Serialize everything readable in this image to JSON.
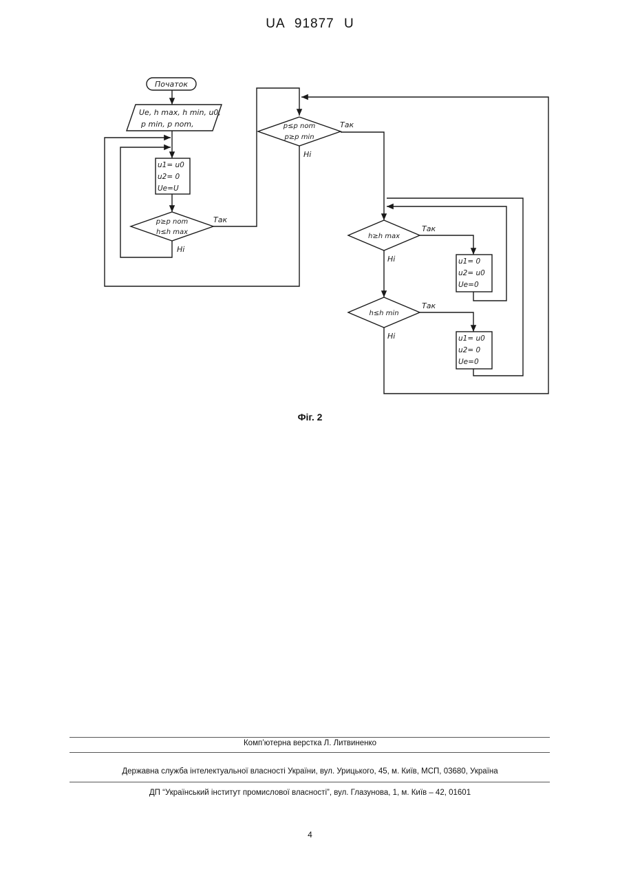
{
  "header": {
    "doc_number": "UA 91877 U"
  },
  "flowchart": {
    "start": "Початок",
    "input": {
      "line1": "Ue, h max, h min, u0,",
      "line2": "p min, p nom,"
    },
    "init_block": {
      "l1": "u1= u0",
      "l2": "u2= 0",
      "l3": "Ue=U"
    },
    "cond1": {
      "l1": "p≥p nom",
      "l2": "h≤h max"
    },
    "cond2": {
      "l1": "p≤p nom",
      "l2": "p≥p min"
    },
    "cond3": "h≥h max",
    "block2": {
      "l1": "u1= 0",
      "l2": "u2= u0",
      "l3": "Ue=0"
    },
    "cond4": "h≤h min",
    "block3": {
      "l1": "u1= u0",
      "l2": "u2= 0",
      "l3": "Ue=0"
    },
    "yes": "Так",
    "no": "Ні"
  },
  "figure": {
    "caption": "Фіг. 2"
  },
  "footer": {
    "layout": "Комп’ютерна верстка Л. Литвиненко",
    "office": "Державна служба інтелектуальної власності України, вул. Урицького, 45, м. Київ, МСП, 03680, Україна",
    "institute": "ДП “Український інститут промислової власності”, вул. Глазунова, 1, м. Київ – 42, 01601",
    "page_number": "4"
  }
}
